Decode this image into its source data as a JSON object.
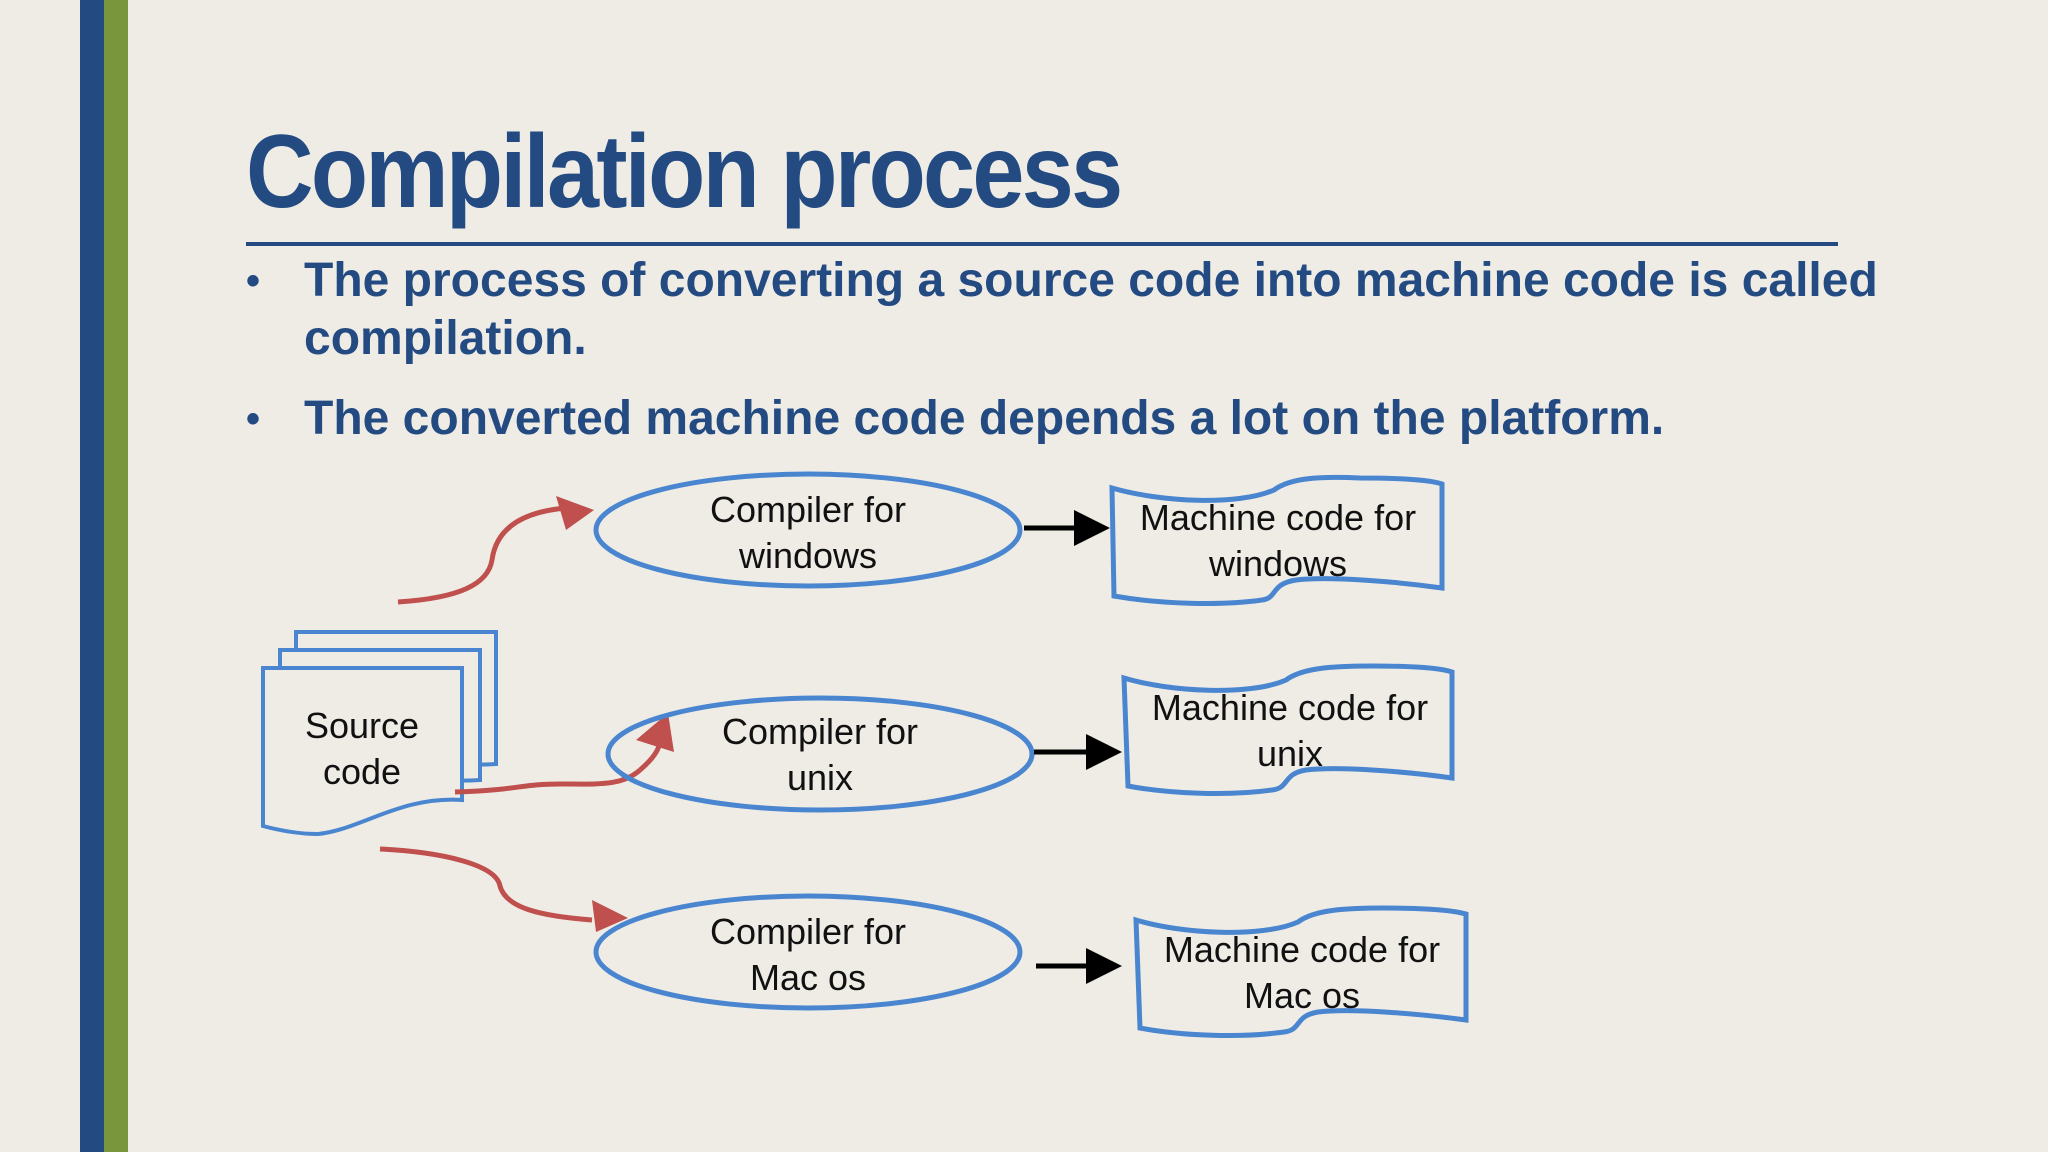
{
  "slide": {
    "title": "Compilation process",
    "bullets": [
      "The process of converting a source code into machine code is called compilation.",
      "The converted machine code depends a lot on the platform."
    ],
    "bullet_glyph": "•"
  },
  "diagram": {
    "source": {
      "line1": "Source",
      "line2": "code"
    },
    "compilers": [
      {
        "line1": "Compiler for",
        "line2": "windows"
      },
      {
        "line1": "Compiler for",
        "line2": "unix"
      },
      {
        "line1": "Compiler for",
        "line2": "Mac os"
      }
    ],
    "outputs": [
      {
        "line1": "Machine code for",
        "line2": "windows"
      },
      {
        "line1": "Machine code for",
        "line2": "unix"
      },
      {
        "line1": "Machine code for",
        "line2": "Mac os"
      }
    ]
  },
  "colors": {
    "title": "#234B82",
    "stripe_blue": "#234B82",
    "stripe_green": "#7A963C",
    "shape_outline": "#4A86D0",
    "arrow_red": "#C0504D",
    "arrow_black": "#000000",
    "background": "#EFECE6"
  }
}
